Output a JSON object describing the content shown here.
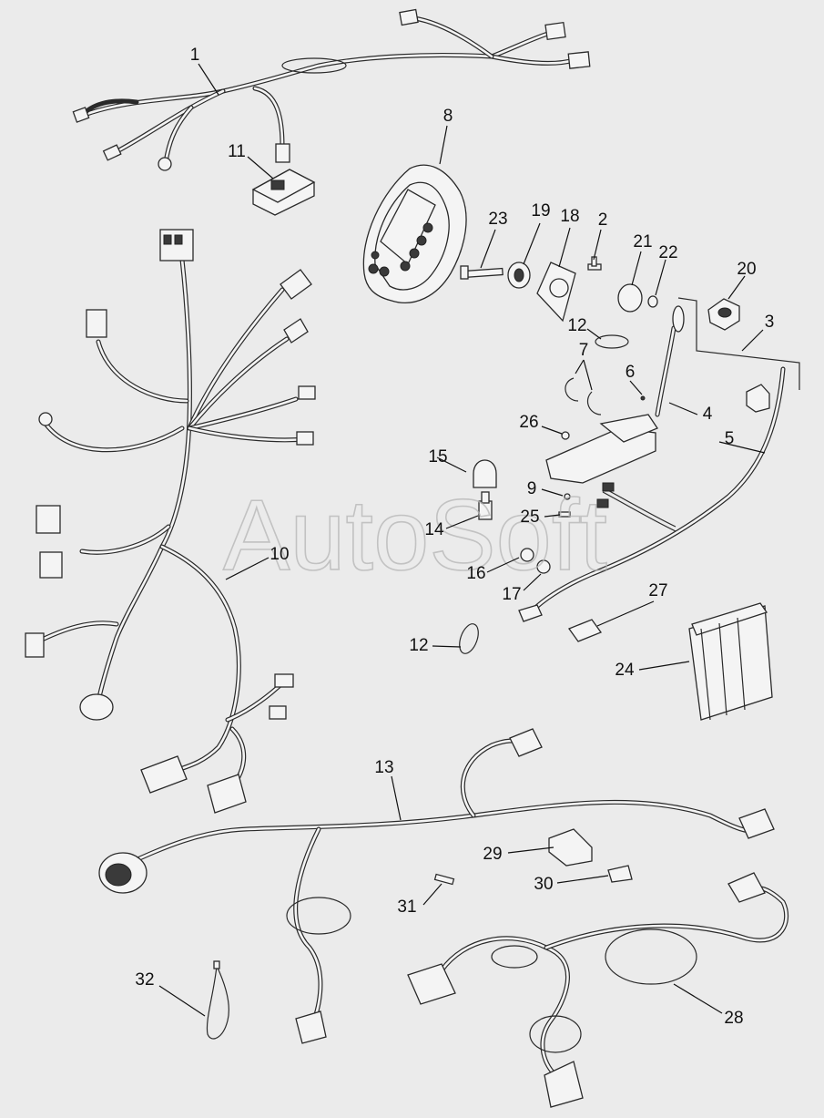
{
  "watermark": "AutoSoft",
  "callouts": [
    {
      "id": "c1",
      "text": "1"
    },
    {
      "id": "c2",
      "text": "2"
    },
    {
      "id": "c3",
      "text": "3"
    },
    {
      "id": "c4",
      "text": "4"
    },
    {
      "id": "c5",
      "text": "5"
    },
    {
      "id": "c6",
      "text": "6"
    },
    {
      "id": "c7",
      "text": "7"
    },
    {
      "id": "c8",
      "text": "8"
    },
    {
      "id": "c9",
      "text": "9"
    },
    {
      "id": "c10",
      "text": "10"
    },
    {
      "id": "c11",
      "text": "11"
    },
    {
      "id": "c12a",
      "text": "12"
    },
    {
      "id": "c12b",
      "text": "12"
    },
    {
      "id": "c13",
      "text": "13"
    },
    {
      "id": "c14",
      "text": "14"
    },
    {
      "id": "c15",
      "text": "15"
    },
    {
      "id": "c16",
      "text": "16"
    },
    {
      "id": "c17",
      "text": "17"
    },
    {
      "id": "c18",
      "text": "18"
    },
    {
      "id": "c19",
      "text": "19"
    },
    {
      "id": "c20",
      "text": "20"
    },
    {
      "id": "c21",
      "text": "21"
    },
    {
      "id": "c22",
      "text": "22"
    },
    {
      "id": "c23",
      "text": "23"
    },
    {
      "id": "c24",
      "text": "24"
    },
    {
      "id": "c25",
      "text": "25"
    },
    {
      "id": "c26",
      "text": "26"
    },
    {
      "id": "c27",
      "text": "27"
    },
    {
      "id": "c28",
      "text": "28"
    },
    {
      "id": "c29",
      "text": "29"
    },
    {
      "id": "c30",
      "text": "30"
    },
    {
      "id": "c31",
      "text": "31"
    },
    {
      "id": "c32",
      "text": "32"
    }
  ]
}
